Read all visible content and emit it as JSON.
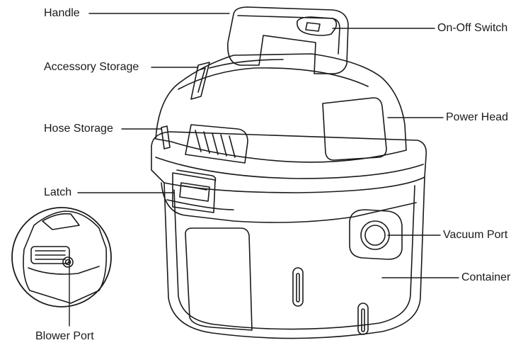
{
  "labels": {
    "handle": "Handle",
    "accessory_storage": "Accessory Storage",
    "hose_storage": "Hose Storage",
    "latch": "Latch",
    "blower_port": "Blower Port",
    "on_off_switch": "On-Off Switch",
    "power_head": "Power Head",
    "vacuum_port": "Vacuum Port",
    "container": "Container"
  },
  "colors": {
    "line": "#1a1a1a",
    "fill": "#ffffff"
  }
}
